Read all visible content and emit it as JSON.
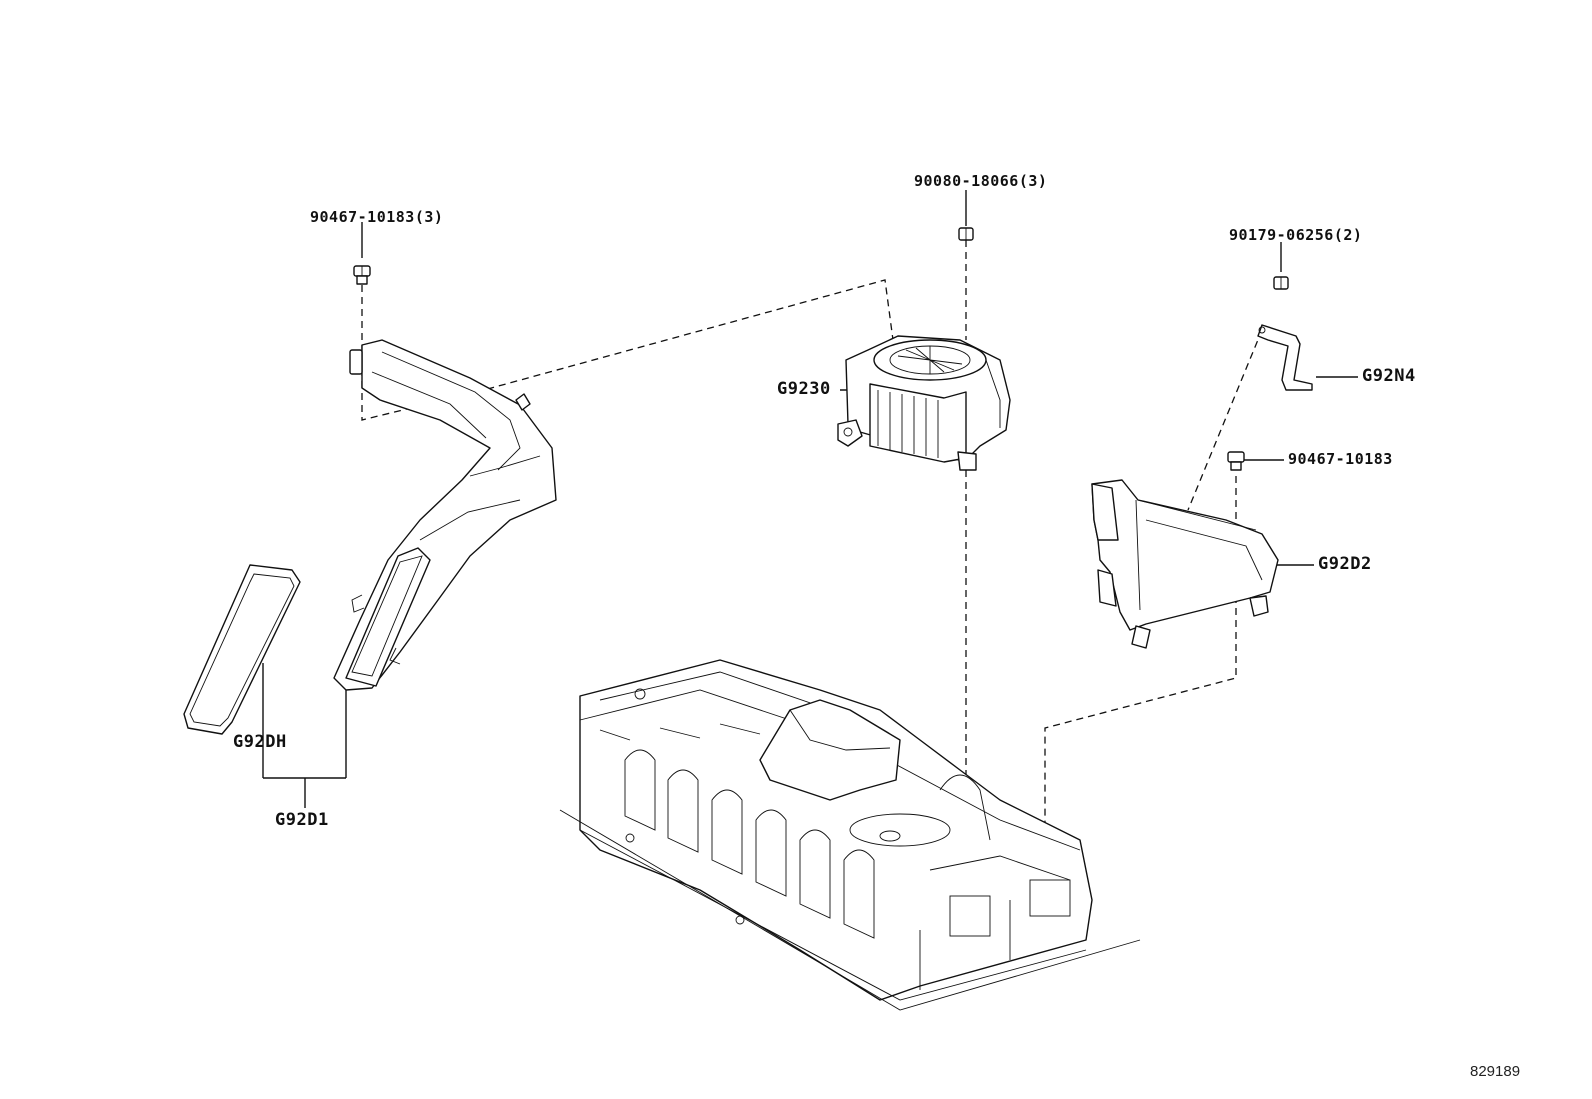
{
  "labels": {
    "bolt_top_left": "90467-10183(3)",
    "nut_top_center": "90080-18066(3)",
    "nut_top_right": "90179-06256(2)",
    "bolt_right": "90467-10183",
    "blower": "G9230",
    "bracket": "G92N4",
    "duct_right": "G92D2",
    "gasket": "G92DH",
    "duct_left": "G92D1"
  },
  "reference_number": "829189",
  "colors": {
    "line": "#111111",
    "background": "#ffffff"
  }
}
